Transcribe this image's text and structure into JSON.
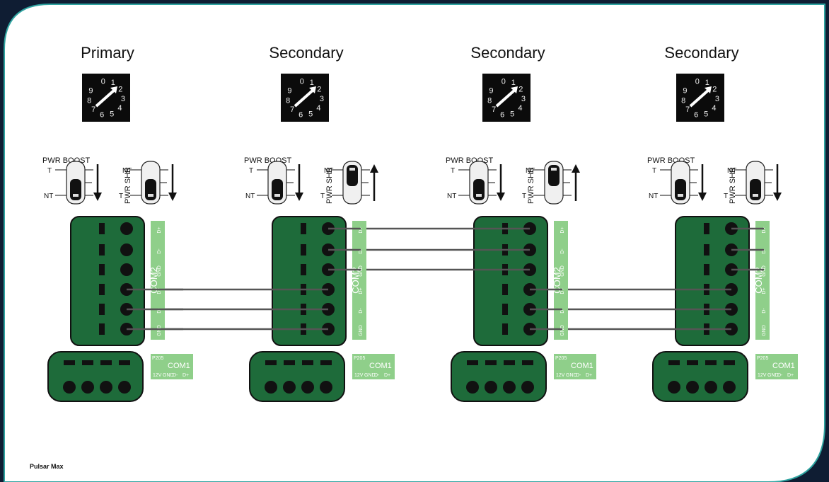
{
  "colors": {
    "frame": "#0f1d33",
    "frame_border": "#2ea3a0",
    "card": "#ffffff",
    "board": "#1e6b3a",
    "board_stroke": "#111111",
    "terminal_label": "#8fcf8a",
    "wire": "#555555"
  },
  "footer": {
    "caption": "Pulsar Max"
  },
  "units": [
    {
      "title": "Primary",
      "boost": {
        "label": "PWR BOOST",
        "top": "T",
        "bottom": "NT",
        "state": "down"
      },
      "shr": {
        "label": "PWR SHR",
        "top": "NT",
        "bottom": "T",
        "state": "down"
      },
      "com2": {
        "name": "COM2",
        "pins": [
          "D+",
          "D-",
          "GND",
          "D+",
          "D-",
          "GND"
        ]
      },
      "com1": {
        "header": "P205",
        "name": "COM1",
        "pins": [
          "12V",
          "GND",
          "D-",
          "D+"
        ]
      },
      "dial_digits": [
        "0",
        "1",
        "2",
        "3",
        "4",
        "5",
        "6",
        "7",
        "8",
        "9"
      ]
    },
    {
      "title": "Secondary",
      "boost": {
        "label": "PWR BOOST",
        "top": "T",
        "bottom": "NT",
        "state": "down"
      },
      "shr": {
        "label": "PWR SHR",
        "top": "NT",
        "bottom": "T",
        "state": "up"
      },
      "com2": {
        "name": "COM2",
        "pins": [
          "D+",
          "D-",
          "GND",
          "D+",
          "D-",
          "GND"
        ]
      },
      "com1": {
        "header": "P205",
        "name": "COM1",
        "pins": [
          "12V",
          "GND",
          "D-",
          "D+"
        ]
      },
      "dial_digits": [
        "0",
        "1",
        "2",
        "3",
        "4",
        "5",
        "6",
        "7",
        "8",
        "9"
      ]
    },
    {
      "title": "Secondary",
      "boost": {
        "label": "PWR BOOST",
        "top": "T",
        "bottom": "NT",
        "state": "down"
      },
      "shr": {
        "label": "PWR SHR",
        "top": "NT",
        "bottom": "T",
        "state": "up"
      },
      "com2": {
        "name": "COM2",
        "pins": [
          "D+",
          "D-",
          "GND",
          "D+",
          "D-",
          "GND"
        ]
      },
      "com1": {
        "header": "P205",
        "name": "COM1",
        "pins": [
          "12V",
          "GND",
          "D-",
          "D+"
        ]
      },
      "dial_digits": [
        "0",
        "1",
        "2",
        "3",
        "4",
        "5",
        "6",
        "7",
        "8",
        "9"
      ]
    },
    {
      "title": "Secondary",
      "boost": {
        "label": "PWR BOOST",
        "top": "T",
        "bottom": "NT",
        "state": "down"
      },
      "shr": {
        "label": "PWR SHR",
        "top": "NT",
        "bottom": "T",
        "state": "down"
      },
      "com2": {
        "name": "COM2",
        "pins": [
          "D+",
          "D-",
          "GND",
          "D+",
          "D-",
          "GND"
        ]
      },
      "com1": {
        "header": "P205",
        "name": "COM1",
        "pins": [
          "12V",
          "GND",
          "D-",
          "D+"
        ]
      },
      "dial_digits": [
        "0",
        "1",
        "2",
        "3",
        "4",
        "5",
        "6",
        "7",
        "8",
        "9"
      ]
    }
  ]
}
